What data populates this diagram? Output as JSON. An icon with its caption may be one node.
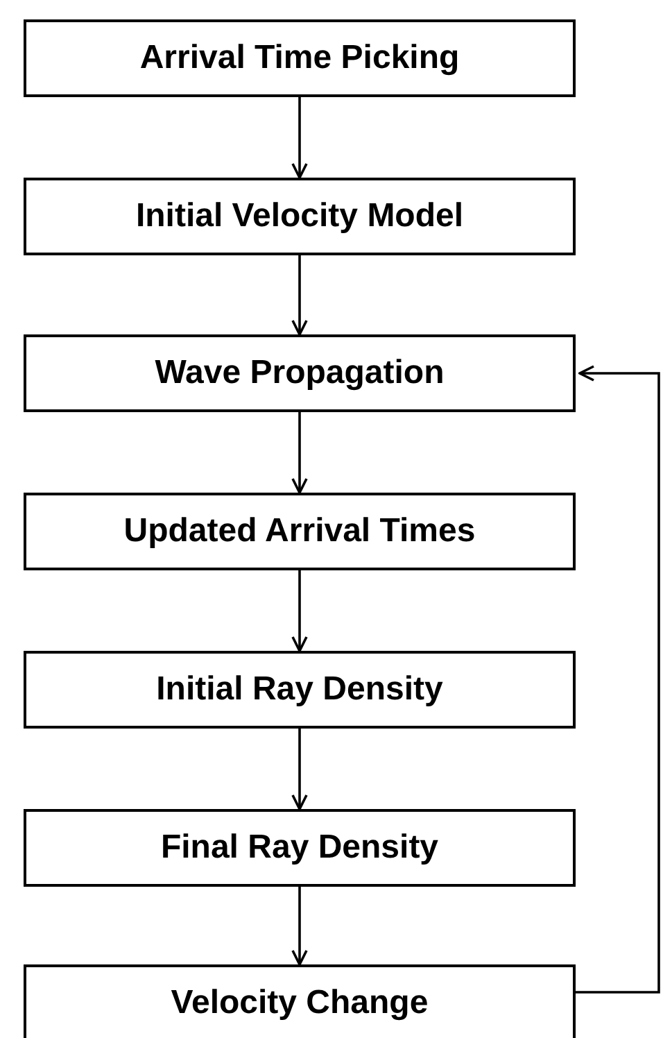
{
  "diagram": {
    "nodes": [
      {
        "text": [
          "Arrival Time Picking"
        ]
      },
      {
        "text": [
          "Initial Velocity Model"
        ]
      },
      {
        "text": [
          "Wave Propagation"
        ]
      },
      {
        "text": [
          "Updated Arrival Times"
        ]
      },
      {
        "text": [
          "Initial Ray Density"
        ]
      },
      {
        "text": [
          "Final Ray Density"
        ]
      },
      {
        "text": [
          "Velocity Change"
        ]
      }
    ],
    "edges": [
      {
        "from": 0,
        "to": 1,
        "arrow": "to"
      },
      {
        "from": 1,
        "to": 2,
        "arrow": "to"
      },
      {
        "from": 2,
        "to": 3,
        "arrow": "to"
      },
      {
        "from": 3,
        "to": 4,
        "arrow": "to"
      },
      {
        "from": 4,
        "to": 5,
        "arrow": "to"
      },
      {
        "from": 5,
        "to": 6,
        "arrow": "to"
      },
      {
        "from": 6,
        "to": 2,
        "arrow": "to"
      }
    ]
  }
}
